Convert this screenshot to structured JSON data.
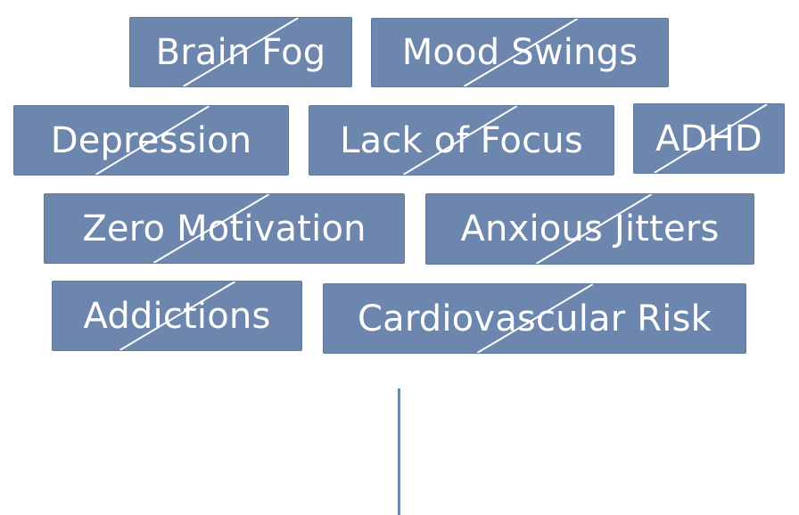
{
  "tags": {
    "brain_fog": "Brain Fog",
    "mood_swings": "Mood Swings",
    "depression": "Depression",
    "lack_of_focus": "Lack of Focus",
    "adhd": "ADHD",
    "zero_motivation": "Zero Motivation",
    "anxious_jitters": "Anxious Jitters",
    "addictions": "Addictions",
    "cardiovascular_risk": "Cardiovascular Risk"
  },
  "colors": {
    "tag_fill": "#6d86ad",
    "tag_text": "#ffffff",
    "strike": "#ffffff",
    "stem": "#6d86ad"
  }
}
